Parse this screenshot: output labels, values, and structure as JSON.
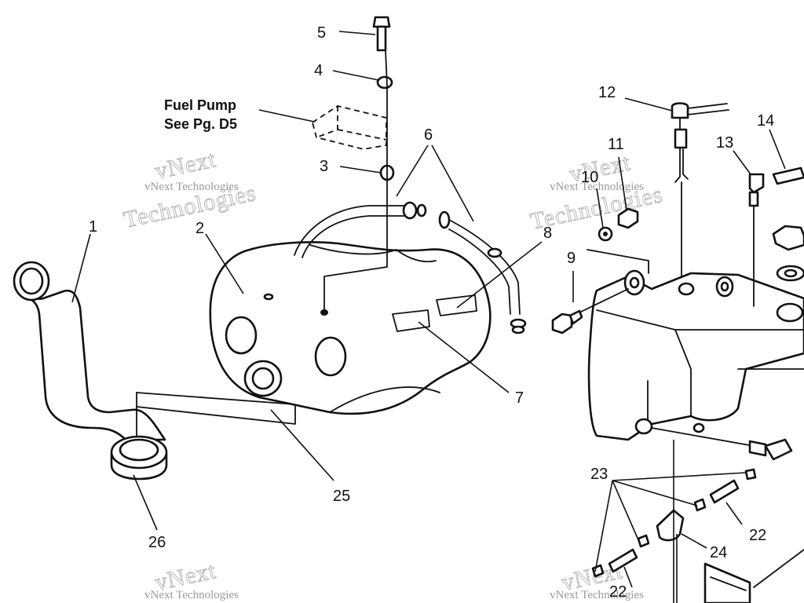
{
  "callouts": {
    "c1": "1",
    "c2": "2",
    "c3": "3",
    "c4": "4",
    "c5": "5",
    "c6": "6",
    "c7": "7",
    "c8": "8",
    "c9": "9",
    "c10": "10",
    "c11": "11",
    "c12": "12",
    "c13": "13",
    "c14": "14",
    "c22a": "22",
    "c22b": "22",
    "c23": "23",
    "c24": "24",
    "c25": "25",
    "c26": "26"
  },
  "note": {
    "line1": "Fuel Pump",
    "line2": "See Pg. D5"
  },
  "watermark": {
    "small": "vNext Technologies",
    "brand_top": "vNext",
    "brand_bottom": "Technologies"
  }
}
